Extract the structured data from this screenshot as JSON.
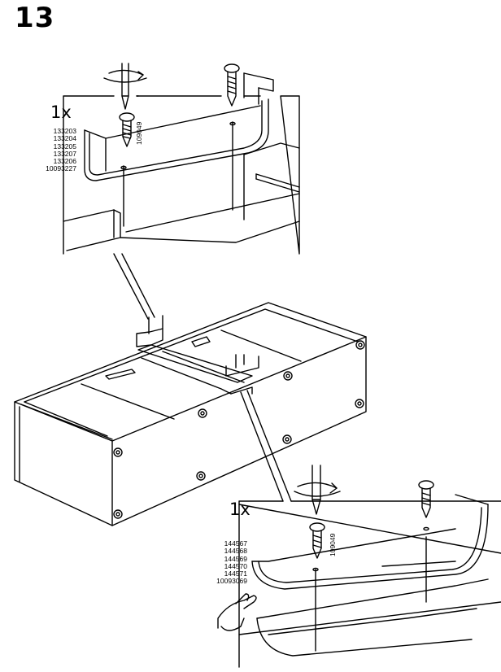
{
  "step": "13",
  "top_callout": {
    "quantity": "1x",
    "part_numbers": [
      "133203",
      "133204",
      "133205",
      "133207",
      "133206",
      "10093227"
    ],
    "screw_code": "109049"
  },
  "bottom_callout": {
    "quantity": "1x",
    "part_numbers": [
      "144567",
      "144568",
      "144569",
      "144570",
      "144571",
      "10093069"
    ],
    "screw_code": "109049"
  }
}
